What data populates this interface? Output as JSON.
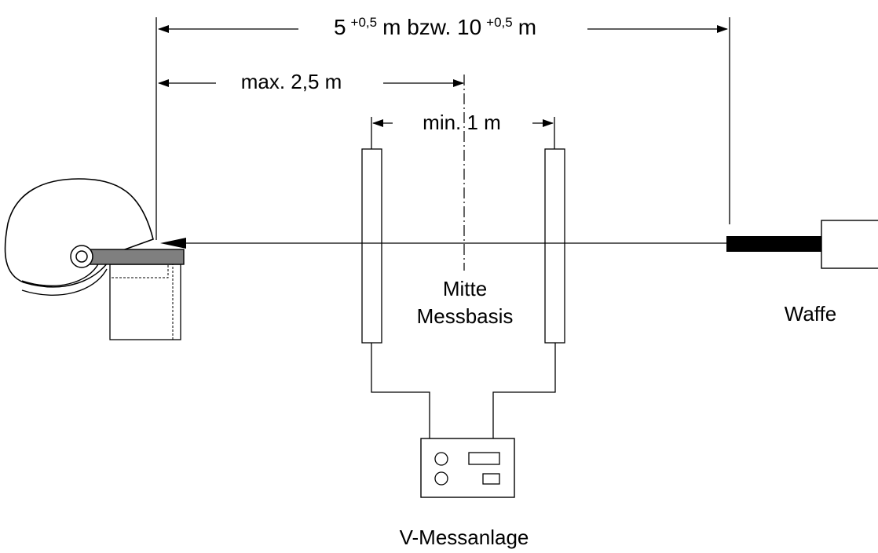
{
  "labels": {
    "total_prefix": "5",
    "total_tol_1": "+0,5",
    "total_middle": "m bzw. 10",
    "total_tol_2": "+0,5",
    "total_suffix": "m",
    "max_distance": "max. 2,5 m",
    "min_distance": "min. 1 m",
    "center_line1": "Mitte",
    "center_line2": "Messbasis",
    "weapon": "Waffe",
    "measuring_unit": "V-Messanlage"
  }
}
